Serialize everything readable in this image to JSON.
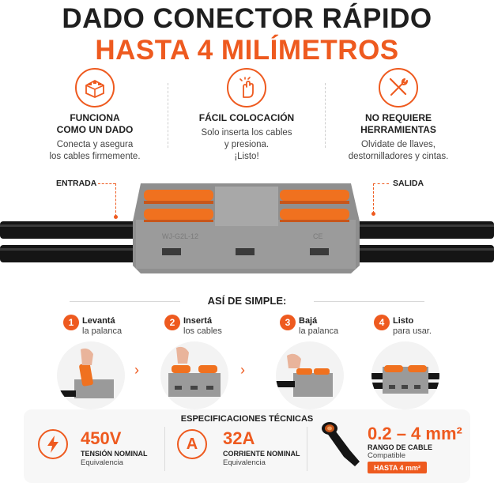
{
  "title": {
    "line1": "DADO CONECTOR RÁPIDO",
    "line2": "HASTA 4 MILÍMETROS"
  },
  "features": [
    {
      "icon": "connector-icon",
      "head1": "FUNCIONA",
      "head2": "COMO UN DADO",
      "body1": "Conecta y asegura",
      "body2": "los cables firmemente.",
      "body3": ""
    },
    {
      "icon": "hand-icon",
      "head1": "FÁCIL COLOCACIÓN",
      "head2": "",
      "body1": "Solo inserta los cables",
      "body2": "y presiona.",
      "body3": "¡Listo!"
    },
    {
      "icon": "tools-icon",
      "head1": "NO REQUIERE",
      "head2": "HERRAMIENTAS",
      "body1": "Olvidate de llaves,",
      "body2": "destornilladores y cintas.",
      "body3": ""
    }
  ],
  "connector": {
    "left_label": "ENTRADA",
    "right_label": "SALIDA",
    "model": "WJ-G2L-12",
    "mark": "CE"
  },
  "steps_title": "ASÍ DE SIMPLE:",
  "steps": [
    {
      "num": "1",
      "title": "Levantá",
      "sub": "la palanca"
    },
    {
      "num": "2",
      "title": "Insertá",
      "sub": "los cables"
    },
    {
      "num": "3",
      "title": "Bajá",
      "sub": "la palanca"
    },
    {
      "num": "4",
      "title": "Listo",
      "sub": "para usar."
    }
  ],
  "specs": {
    "title": "ESPECIFICACIONES TÉCNICAS",
    "voltage": {
      "value": "450V",
      "label": "TENSIÓN NOMINAL",
      "sub": "Equivalencia"
    },
    "current": {
      "icon_letter": "A",
      "value": "32A",
      "label": "CORRIENTE NOMINAL",
      "sub": "Equivalencia"
    },
    "range": {
      "value": "0.2 – 4 mm²",
      "label": "RANGO DE CABLE",
      "sub": "Compatible",
      "badge": "HASTA 4 mm²"
    }
  },
  "colors": {
    "accent": "#ee5a1f",
    "dark": "#1f1f1f",
    "housing": "#8f8f8f",
    "lever": "#f0711f"
  }
}
